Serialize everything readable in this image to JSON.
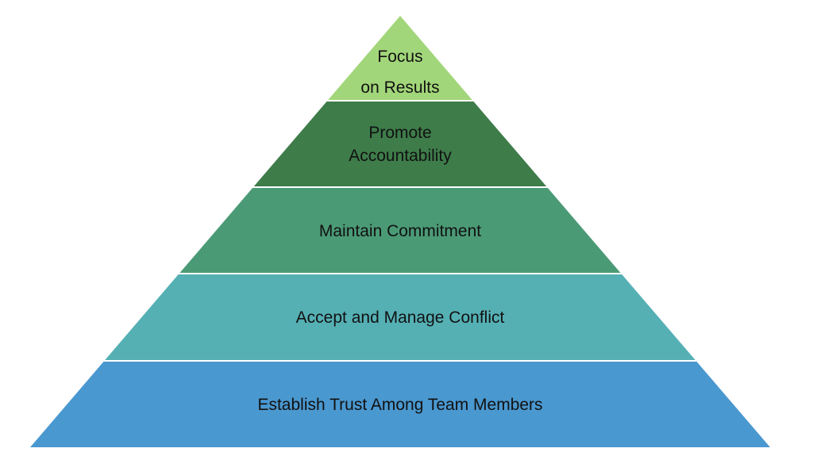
{
  "pyramid": {
    "tiers": [
      {
        "lines": [
          "Focus",
          "on Results"
        ],
        "color": "#a2d67a"
      },
      {
        "lines": [
          "Promote",
          "Accountability"
        ],
        "color": "#3e7c4a"
      },
      {
        "lines": [
          "Maintain Commitment"
        ],
        "color": "#4b9a76"
      },
      {
        "lines": [
          "Accept and Manage Conflict"
        ],
        "color": "#55b0b4"
      },
      {
        "lines": [
          "Establish Trust Among Team Members"
        ],
        "color": "#4a98d0"
      }
    ]
  }
}
